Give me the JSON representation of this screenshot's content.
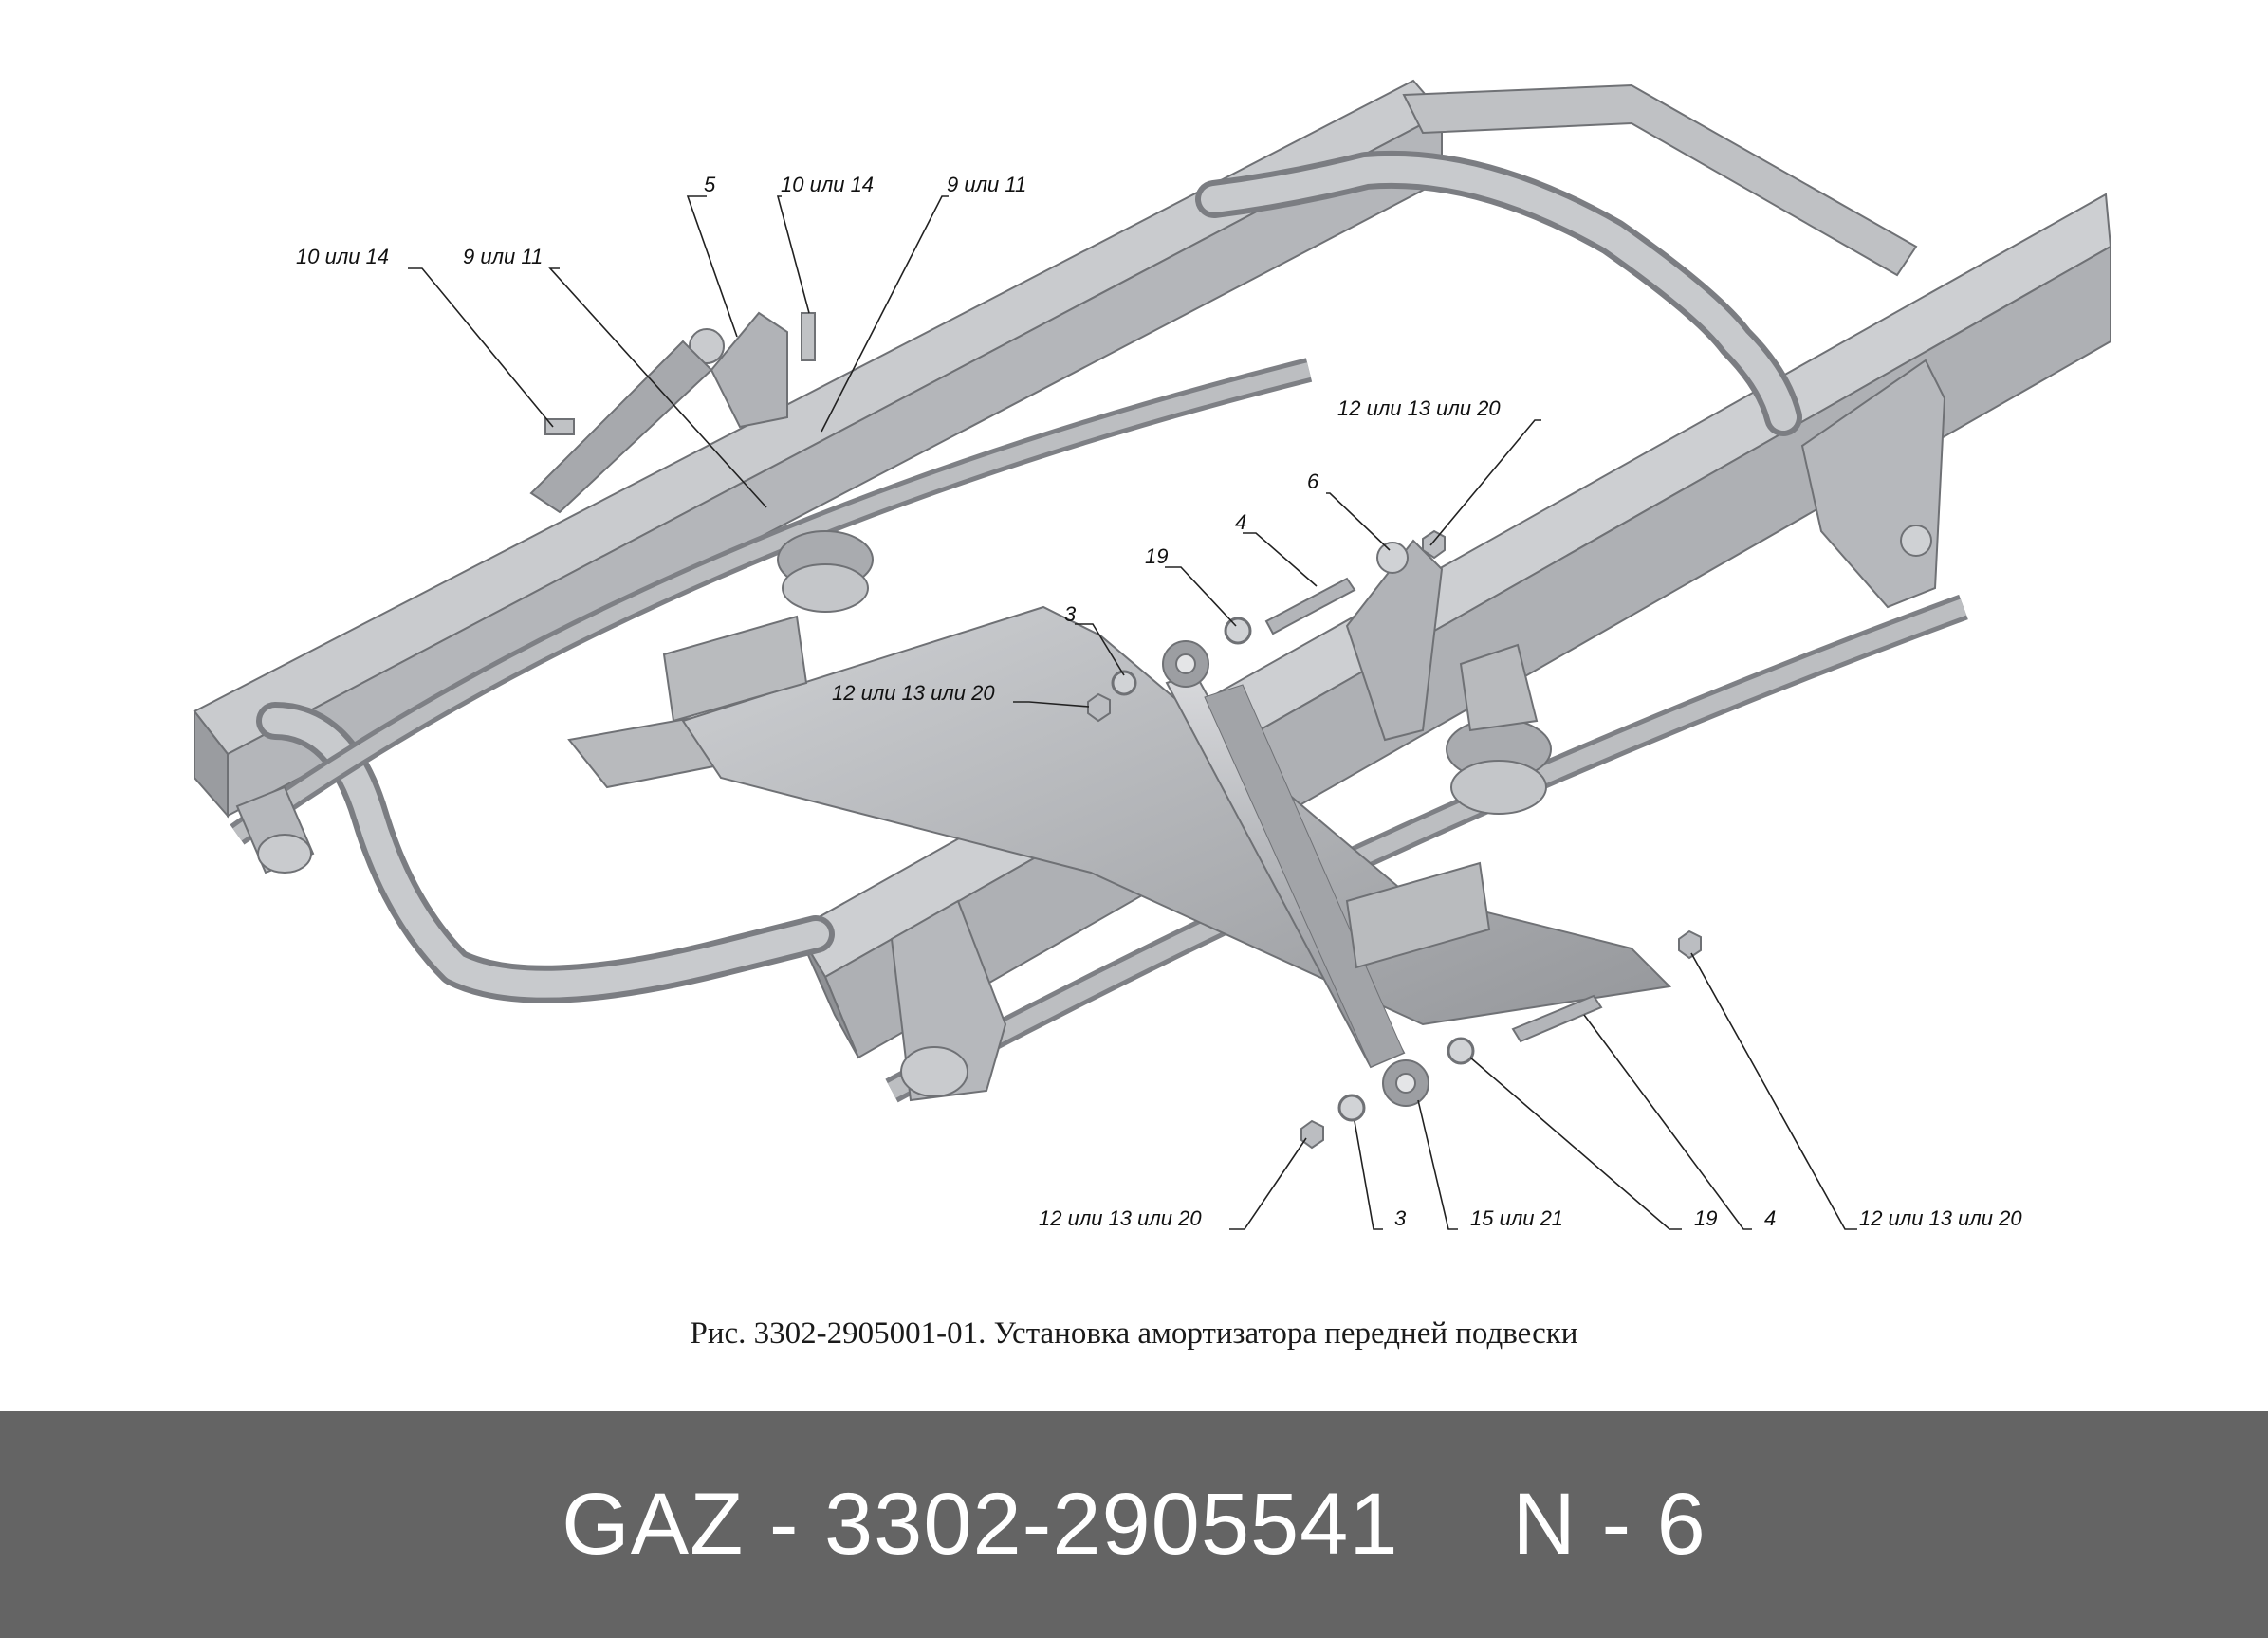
{
  "diagram": {
    "callouts": [
      {
        "id": "c1",
        "text": "5"
      },
      {
        "id": "c2",
        "text": "10 или 14"
      },
      {
        "id": "c3",
        "text": "9 или 11"
      },
      {
        "id": "c4",
        "text": "10 или 14"
      },
      {
        "id": "c5",
        "text": "9 или 11"
      },
      {
        "id": "c6",
        "text": "12 или 13 или 20"
      },
      {
        "id": "c7",
        "text": "6"
      },
      {
        "id": "c8",
        "text": "4"
      },
      {
        "id": "c9",
        "text": "19"
      },
      {
        "id": "c10",
        "text": "3"
      },
      {
        "id": "c11",
        "text": "12 или 13 или 20"
      },
      {
        "id": "c12",
        "text": "12 или 13 или 20"
      },
      {
        "id": "c13",
        "text": "3"
      },
      {
        "id": "c14",
        "text": "15 или 21"
      },
      {
        "id": "c15",
        "text": "19"
      },
      {
        "id": "c16",
        "text": "4"
      },
      {
        "id": "c17",
        "text": "12 или 13 или 20"
      }
    ],
    "caption": "Рис. 3302-2905001-01. Установка амортизатора передней подвески"
  },
  "footer": {
    "part_number": "GAZ - 3302-2905541",
    "quantity": "N - 6"
  },
  "colors": {
    "footer_bg": "#646464",
    "footer_text": "#ffffff",
    "metal_light": "#c4c6c9",
    "metal_mid": "#a6a8ac",
    "metal_dark": "#7e8085"
  }
}
